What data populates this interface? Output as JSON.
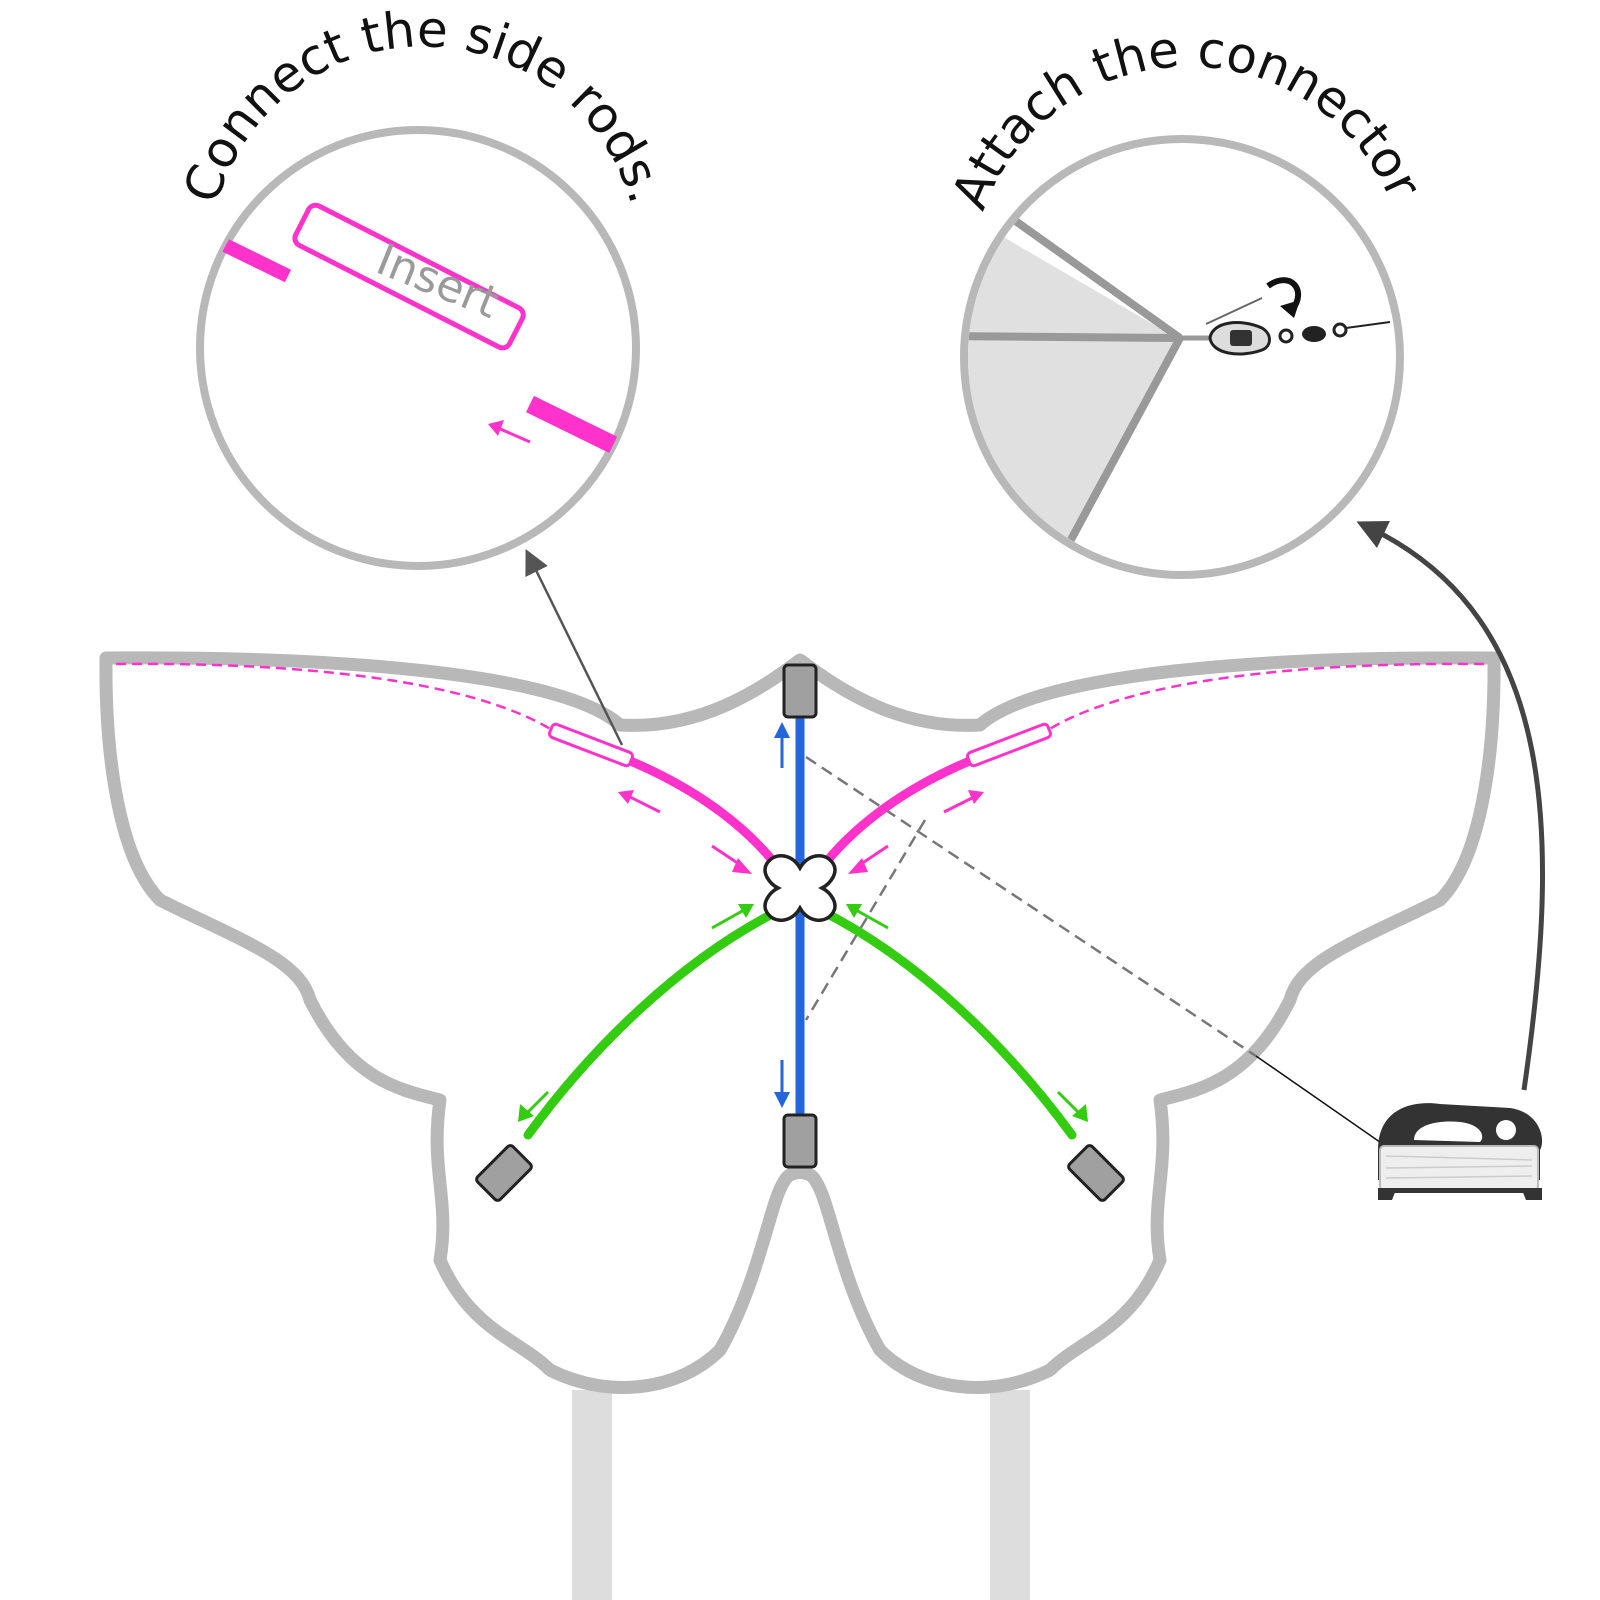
{
  "callouts": {
    "left_title": "Connect the side rods.",
    "right_title": "Attach the connector.",
    "insert_label": "Insert"
  },
  "colors": {
    "kite_outline": "#b8b8b8",
    "side_rod": "#ff33cc",
    "spine_rod": "#2266dd",
    "lower_rod": "#33cc11",
    "end_cap": "#a0a0a0",
    "bridle_line": "#777777",
    "tail": "#dddddd"
  },
  "icons": {
    "center_connector": "cross-connector-icon",
    "end_caps": "end-cap-icon",
    "line_winder": "kite-line-winder-icon",
    "snap_swivel": "snap-swivel-icon"
  }
}
